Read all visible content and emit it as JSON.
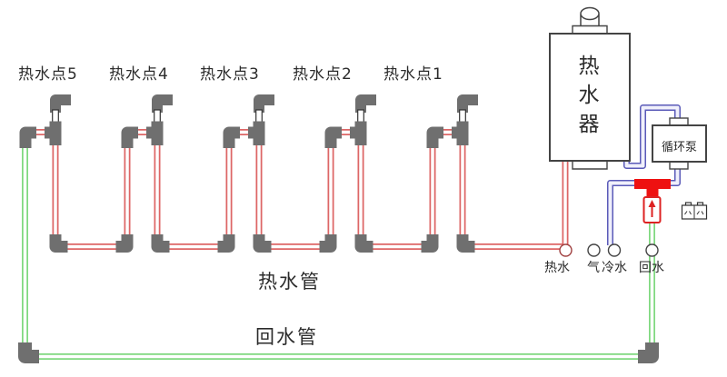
{
  "diagram": {
    "hot_water_points": [
      {
        "label": "热水点5"
      },
      {
        "label": "热水点4"
      },
      {
        "label": "热水点3"
      },
      {
        "label": "热水点2"
      },
      {
        "label": "热水点1"
      }
    ],
    "heater": {
      "label": "热水器"
    },
    "pump": {
      "label": "循环泵"
    },
    "pipe_labels": {
      "hot": "热水管",
      "return": "回水管"
    },
    "ports": {
      "hot": "热水",
      "gas": "气",
      "cold": "冷水",
      "return": "回水"
    },
    "icons": {
      "check_valve": "up-arrow-check-valve",
      "power_outlet": "double-socket-outlet",
      "heater_vent": "flue-cap",
      "mixing_tee": "red-tee-fitting"
    },
    "colors": {
      "hot_pipe": "#dd6666",
      "return_pipe": "#7fd87f",
      "cold_pipe": "#5a5ab8",
      "fitting_gray": "#6f6f6f",
      "tee_red": "#ee1111",
      "outline": "#444444"
    }
  }
}
